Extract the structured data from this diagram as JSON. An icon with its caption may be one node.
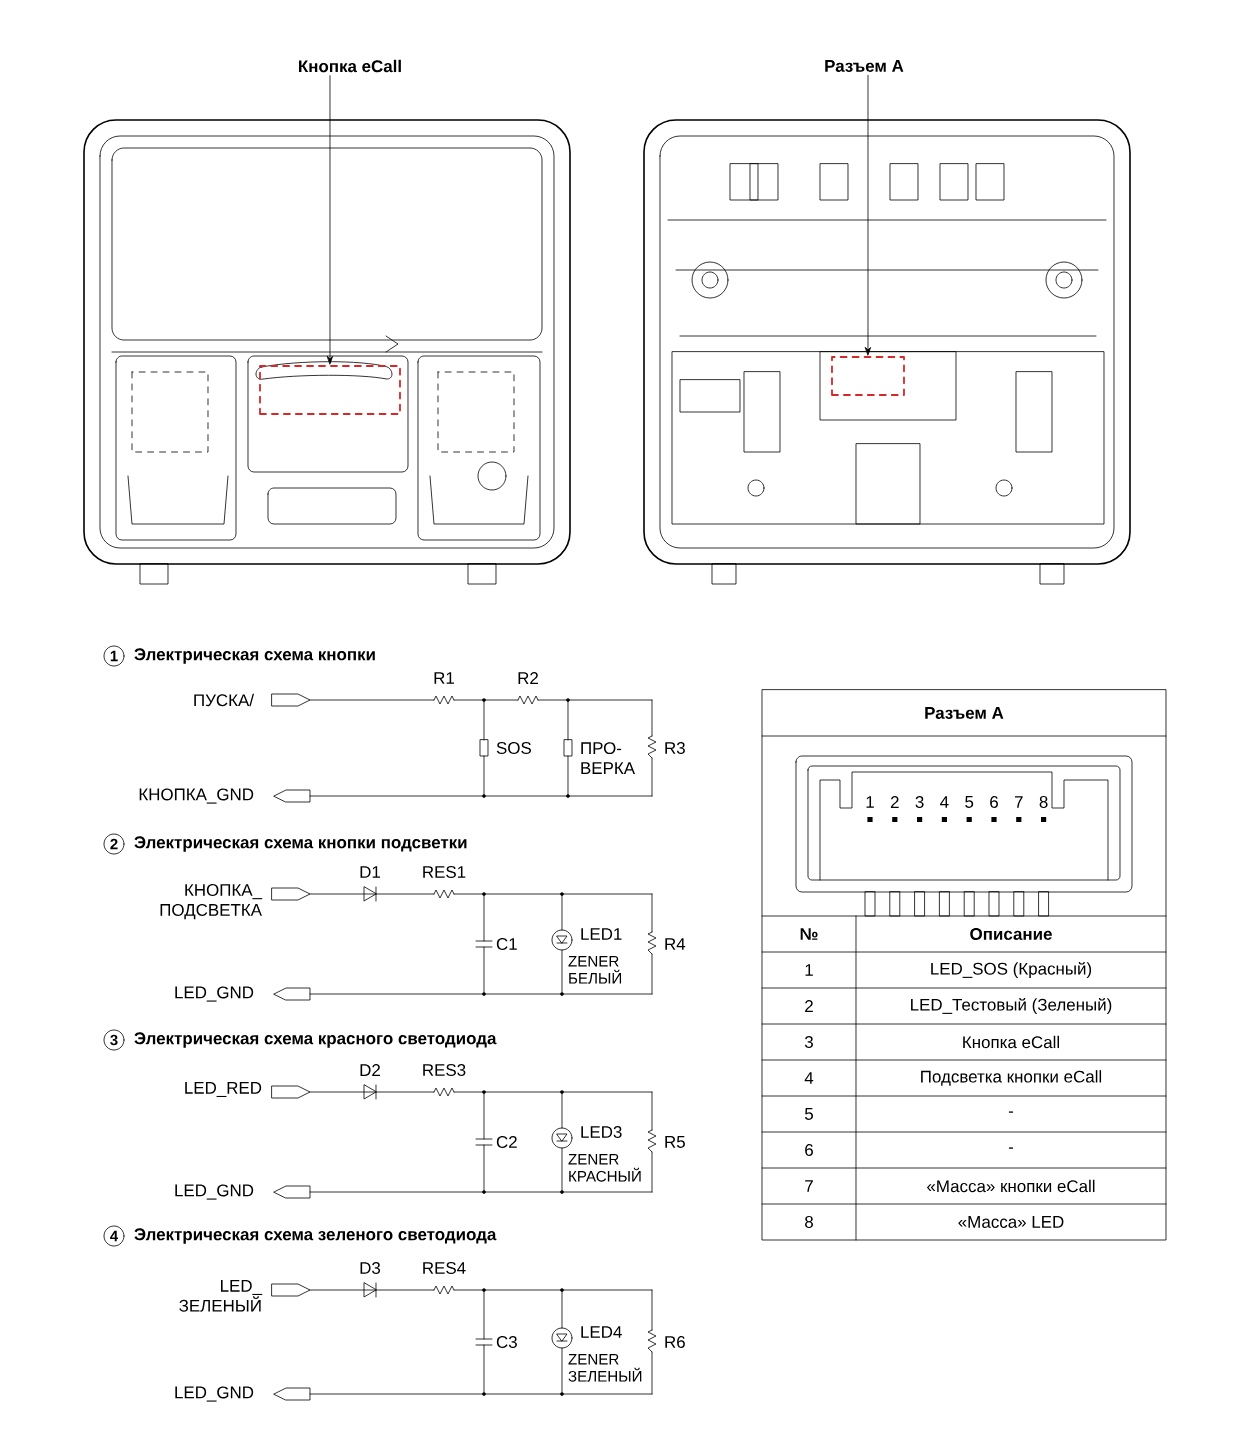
{
  "diagram": {
    "nodes": [
      {
        "text": [
          "Кнопка eCall"
        ]
      },
      {
        "text": [
          "Разъем A"
        ]
      },
      {
        "text": [],
        "shape": "box"
      },
      {
        "text": [],
        "shape": "box"
      }
    ],
    "edges": [
      {
        "from": 0,
        "to": 2,
        "arrow": "to"
      },
      {
        "from": 1,
        "to": 3,
        "arrow": "to"
      }
    ],
    "labels": [
      "1",
      "Электрическая схема кнопки",
      "ПУСКА/",
      "R1",
      "R2",
      "SOS",
      "ПРО- ВЕРКА",
      "R3",
      "КНОПКА_GND",
      "2",
      "Электрическая схема кнопки подсветки",
      "КНОПКА_ ПОДСВЕТКА",
      "D1",
      "RES1",
      "C1",
      "LED1",
      "R4",
      "ZENER БЕЛЫЙ",
      "LED_GND",
      "3",
      "Электрическая схема красного светодиода",
      "LED_RED",
      "D2",
      "RES3",
      "C2",
      "LED3",
      "R5",
      "ZENER КРАСНЫЙ",
      "LED_GND",
      "4",
      "Электрическая схема зеленого светодиода",
      "LED_ ЗЕЛЕНЫЙ",
      "D3",
      "RES4",
      "C3",
      "LED4",
      "R6",
      "ZENER ЗЕЛЕНЫЙ",
      "LED_GND",
      "Разъем A",
      "1",
      "2",
      "3",
      "4",
      "5",
      "6",
      "7",
      "8",
      "№",
      "Описание",
      "1",
      "LED_SOS (Красный)",
      "2",
      "LED_Тестовый (Зеленый)",
      "3",
      "Кнопка eCall",
      "4",
      "Подсветка кнопки eCall",
      "5",
      "-",
      "6",
      "-",
      "7",
      "«Масса» кнопки eCall",
      "8",
      "«Масса» LED"
    ]
  }
}
